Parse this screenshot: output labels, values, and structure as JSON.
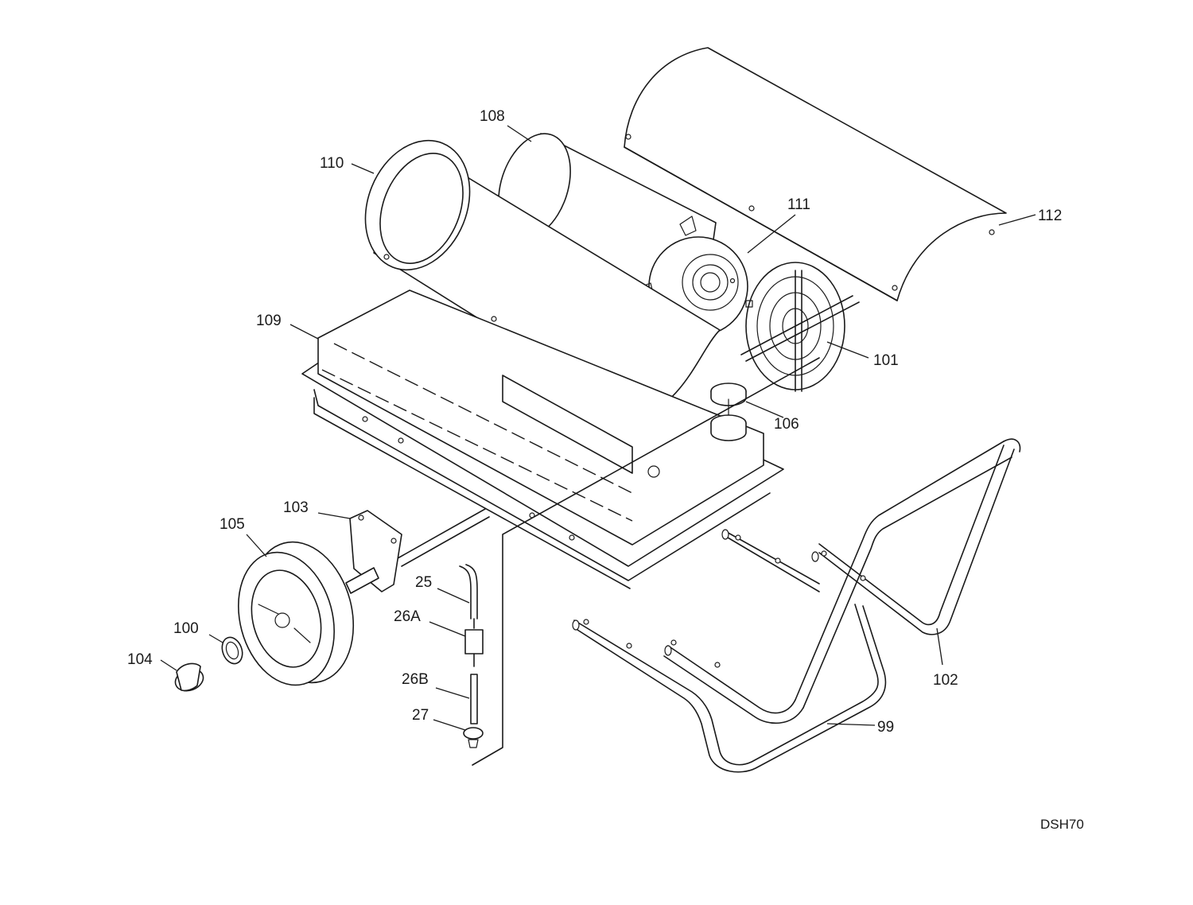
{
  "labels": [
    {
      "id": "99",
      "text": "99"
    },
    {
      "id": "100",
      "text": "100"
    },
    {
      "id": "101",
      "text": "101"
    },
    {
      "id": "102",
      "text": "102"
    },
    {
      "id": "103",
      "text": "103"
    },
    {
      "id": "104",
      "text": "104"
    },
    {
      "id": "105",
      "text": "105"
    },
    {
      "id": "106",
      "text": "106"
    },
    {
      "id": "108",
      "text": "108"
    },
    {
      "id": "109",
      "text": "109"
    },
    {
      "id": "110",
      "text": "110"
    },
    {
      "id": "111",
      "text": "111"
    },
    {
      "id": "112",
      "text": "112"
    },
    {
      "id": "25",
      "text": "25"
    },
    {
      "id": "26A",
      "text": "26A"
    },
    {
      "id": "26B",
      "text": "26B"
    },
    {
      "id": "27",
      "text": "27"
    }
  ],
  "model_code": "DSH70"
}
